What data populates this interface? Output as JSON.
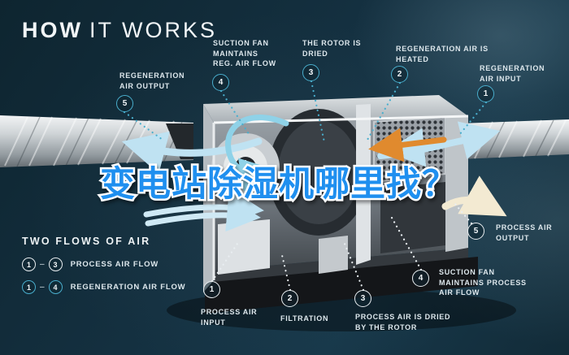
{
  "title": {
    "bold": "HOW",
    "light": "IT WORKS"
  },
  "headline": "变电站除湿机哪里找？",
  "colors": {
    "background": "#15313f",
    "regeneration_accent": "#49aecd",
    "process_accent": "#e9eef1",
    "headline_blue": "#1f8fef",
    "airflow_blue": "#bfe2f2",
    "heater_orange": "#e08a2e"
  },
  "callouts": {
    "regeneration": [
      {
        "num": "1",
        "label": "REGENERATION AIR INPUT"
      },
      {
        "num": "2",
        "label": "REGENERATION AIR IS HEATED"
      },
      {
        "num": "3",
        "label": "THE ROTOR IS DRIED"
      },
      {
        "num": "4",
        "label": "SUCTION FAN MAINTAINS REG. AIR FLOW"
      },
      {
        "num": "5",
        "label": "REGENERATION AIR OUTPUT"
      }
    ],
    "process": [
      {
        "num": "1",
        "label": "PROCESS AIR INPUT"
      },
      {
        "num": "2",
        "label": "FILTRATION"
      },
      {
        "num": "3",
        "label": "PROCESS AIR IS DRIED BY THE ROTOR"
      },
      {
        "num": "4",
        "label": "SUCTION FAN MAINTAINS PROCESS AIR FLOW"
      },
      {
        "num": "5",
        "label": "PROCESS AIR OUTPUT"
      }
    ]
  },
  "legend": {
    "title": "TWO FLOWS OF AIR",
    "rows": [
      {
        "from": "1",
        "to": "3",
        "label": "PROCESS AIR FLOW"
      },
      {
        "from": "1",
        "to": "4",
        "label": "REGENERATION AIR FLOW"
      }
    ]
  }
}
